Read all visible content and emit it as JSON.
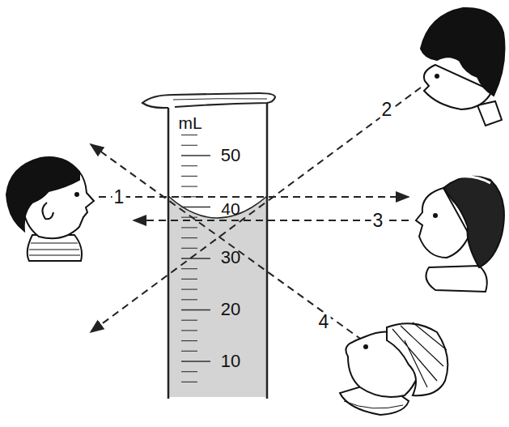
{
  "diagram": {
    "labels": [
      "mL",
      "50",
      "40",
      "30",
      "20",
      "10",
      "1",
      "2",
      "3",
      "4"
    ]
  }
}
